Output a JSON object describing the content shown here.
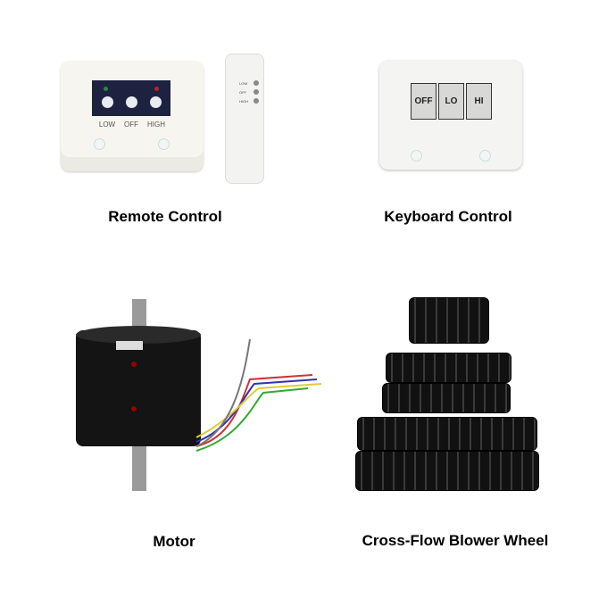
{
  "products": [
    {
      "caption": "Remote Control",
      "panel_labels": [
        "LOW",
        "OFF",
        "HIGH"
      ],
      "remote_labels": [
        "LOW",
        "OFF",
        "HIGH"
      ]
    },
    {
      "caption": "Keyboard Control",
      "button_labels": [
        "OFF",
        "LO",
        "HI"
      ]
    },
    {
      "caption": "Motor"
    },
    {
      "caption": "Cross-Flow Blower Wheel"
    }
  ]
}
